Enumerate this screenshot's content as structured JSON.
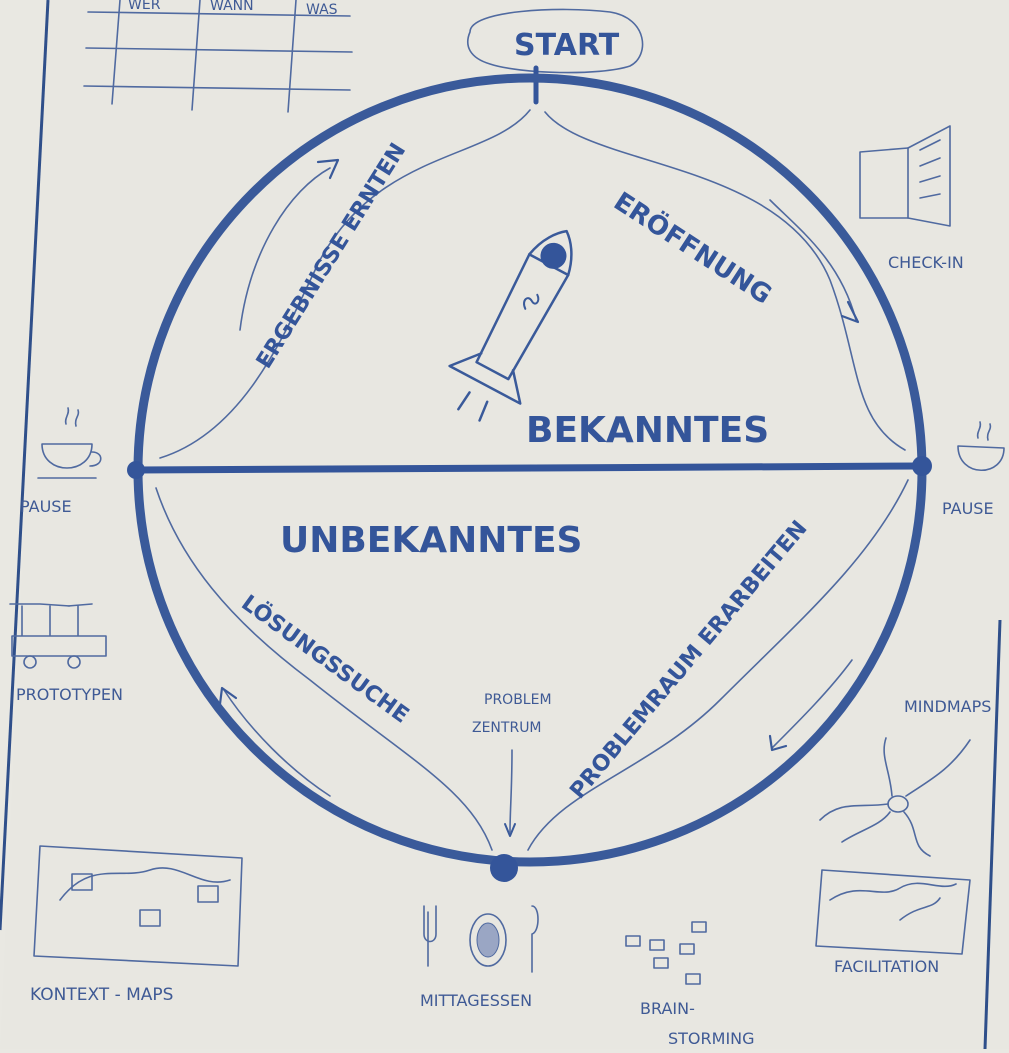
{
  "table": {
    "headers": [
      "WER",
      "WANN",
      "WAS"
    ]
  },
  "cycle": {
    "start": "START",
    "known": "BEKANNTES",
    "unknown": "UNBEKANNTES",
    "phases": {
      "opening": "ERÖFFNUNG",
      "harvest": "ERGEBNISSE ERNTEN",
      "problem_space": "PROBLEMRAUM ERARBEITEN",
      "solution_search": "LÖSUNGSSUCHE"
    },
    "problem_center": {
      "line1": "PROBLEM",
      "line2": "ZENTRUM"
    }
  },
  "methods": {
    "check_in": "CHECK-IN",
    "pause_left": "PAUSE",
    "pause_right": "PAUSE",
    "prototypes": "PROTOTYPEN",
    "mindmaps": "MINDMAPS",
    "context_maps": "KONTEXT - MAPS",
    "lunch": "MITTAGESSEN",
    "brainstorming": {
      "line1": "BRAIN-",
      "line2": "STORMING"
    },
    "facilitation": "FACILITATION"
  },
  "colors": {
    "ink": "#3a5a9a",
    "paper": "#e9e8e2",
    "background": "#f3f2ee"
  }
}
